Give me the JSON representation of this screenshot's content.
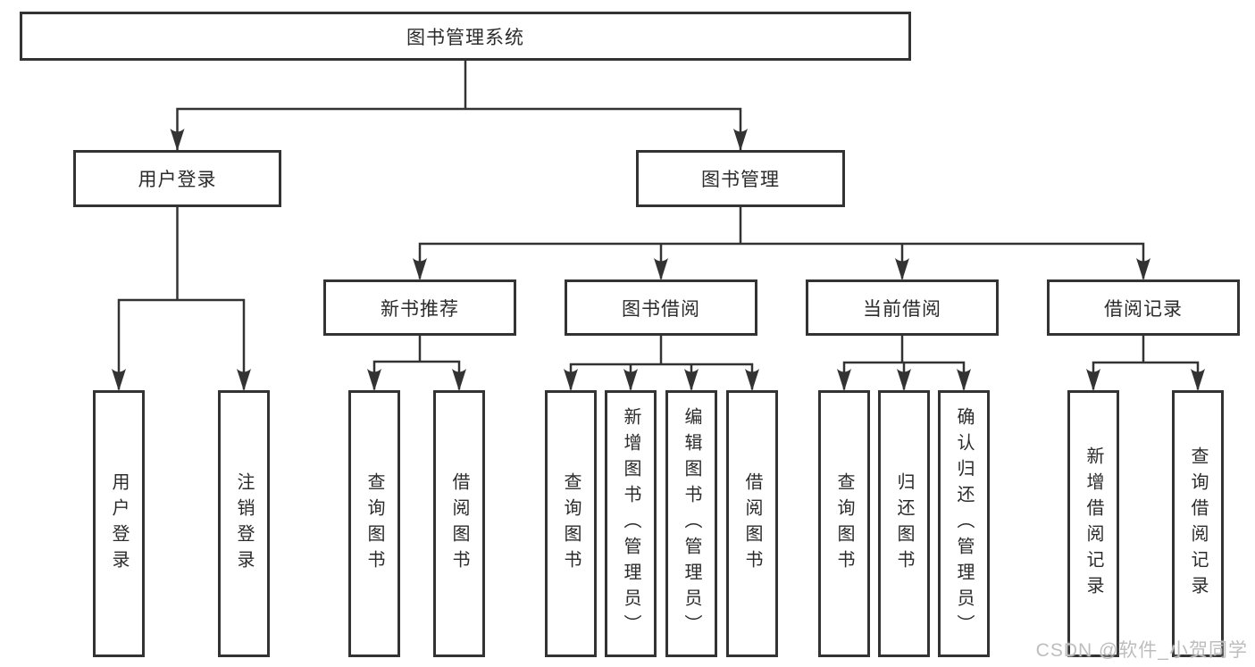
{
  "colors": {
    "line": "#333333",
    "border": "#333333",
    "text": "#2b2b2b",
    "wm": "#bdbdbd",
    "bg": "#ffffff"
  },
  "watermark": "CSDN @软件_小贺同学",
  "tree": {
    "root": {
      "label": "图书管理系统"
    },
    "branches": [
      {
        "label": "用户登录",
        "children": [
          {
            "label": "用户登录"
          },
          {
            "label": "注销登录"
          }
        ]
      },
      {
        "label": "图书管理",
        "children": [
          {
            "label": "新书推荐",
            "children": [
              {
                "label": "查询图书"
              },
              {
                "label": "借阅图书"
              }
            ]
          },
          {
            "label": "图书借阅",
            "children": [
              {
                "label": "查询图书"
              },
              {
                "label": "新增图书（管理员）"
              },
              {
                "label": "编辑图书（管理员）"
              },
              {
                "label": "借阅图书"
              }
            ]
          },
          {
            "label": "当前借阅",
            "children": [
              {
                "label": "查询图书"
              },
              {
                "label": "归还图书"
              },
              {
                "label": "确认归还（管理员）"
              }
            ]
          },
          {
            "label": "借阅记录",
            "children": [
              {
                "label": "新增借阅记录"
              },
              {
                "label": "查询借阅记录"
              }
            ]
          }
        ]
      }
    ]
  }
}
